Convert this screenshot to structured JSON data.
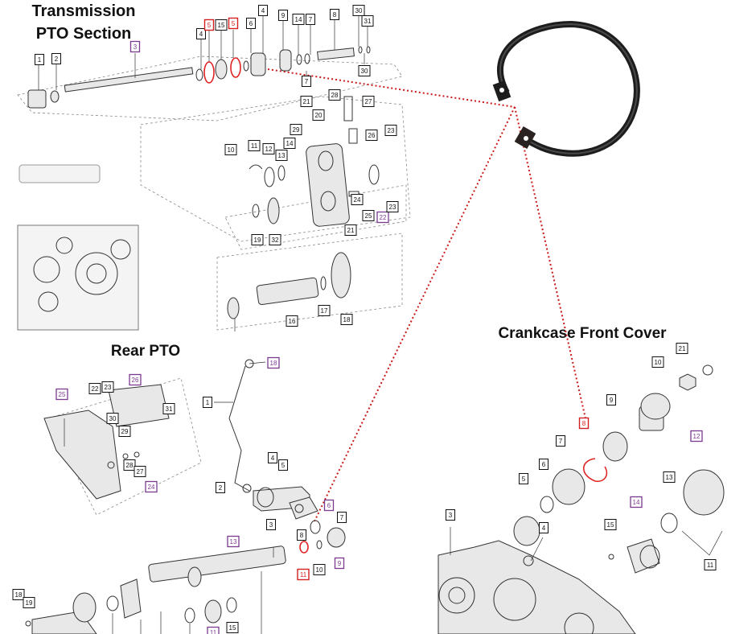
{
  "titles": {
    "transmission": [
      "Transmission",
      "PTO Section"
    ],
    "rear_pto": "Rear PTO",
    "crankcase": "Crankcase Front Cover"
  },
  "callouts": [
    {
      "label": "1",
      "style": "black"
    },
    {
      "label": "2",
      "style": "black"
    },
    {
      "label": "3",
      "style": "purple"
    },
    {
      "label": "4",
      "style": "black"
    },
    {
      "label": "5",
      "style": "red"
    },
    {
      "label": "15",
      "style": "black"
    },
    {
      "label": "5",
      "style": "red"
    },
    {
      "label": "6",
      "style": "black"
    },
    {
      "label": "4",
      "style": "black"
    },
    {
      "label": "9",
      "style": "black"
    },
    {
      "label": "14",
      "style": "black"
    },
    {
      "label": "7",
      "style": "black"
    },
    {
      "label": "8",
      "style": "black"
    },
    {
      "label": "30",
      "style": "black"
    },
    {
      "label": "31",
      "style": "black"
    },
    {
      "label": "30",
      "style": "black"
    },
    {
      "label": "7",
      "style": "black"
    },
    {
      "label": "21",
      "style": "black"
    },
    {
      "label": "28",
      "style": "black"
    },
    {
      "label": "27",
      "style": "black"
    },
    {
      "label": "20",
      "style": "black"
    },
    {
      "label": "29",
      "style": "black"
    },
    {
      "label": "26",
      "style": "black"
    },
    {
      "label": "23",
      "style": "black"
    },
    {
      "label": "10",
      "style": "black"
    },
    {
      "label": "11",
      "style": "black"
    },
    {
      "label": "12",
      "style": "black"
    },
    {
      "label": "14",
      "style": "black"
    },
    {
      "label": "13",
      "style": "black"
    },
    {
      "label": "24",
      "style": "black"
    },
    {
      "label": "25",
      "style": "black"
    },
    {
      "label": "22",
      "style": "purple"
    },
    {
      "label": "23",
      "style": "black"
    },
    {
      "label": "21",
      "style": "black"
    },
    {
      "label": "19",
      "style": "black"
    },
    {
      "label": "32",
      "style": "black"
    },
    {
      "label": "16",
      "style": "black"
    },
    {
      "label": "17",
      "style": "black"
    },
    {
      "label": "18",
      "style": "black"
    },
    {
      "label": "25",
      "style": "purple"
    },
    {
      "label": "22",
      "style": "black"
    },
    {
      "label": "23",
      "style": "black"
    },
    {
      "label": "26",
      "style": "purple"
    },
    {
      "label": "31",
      "style": "black"
    },
    {
      "label": "30",
      "style": "black"
    },
    {
      "label": "29",
      "style": "black"
    },
    {
      "label": "28",
      "style": "black"
    },
    {
      "label": "27",
      "style": "black"
    },
    {
      "label": "24",
      "style": "purple"
    },
    {
      "label": "18",
      "style": "purple"
    },
    {
      "label": "1",
      "style": "black"
    },
    {
      "label": "4",
      "style": "black"
    },
    {
      "label": "5",
      "style": "black"
    },
    {
      "label": "2",
      "style": "black"
    },
    {
      "label": "3",
      "style": "black"
    },
    {
      "label": "6",
      "style": "purple"
    },
    {
      "label": "7",
      "style": "black"
    },
    {
      "label": "8",
      "style": "black"
    },
    {
      "label": "13",
      "style": "purple"
    },
    {
      "label": "9",
      "style": "purple"
    },
    {
      "label": "10",
      "style": "black"
    },
    {
      "label": "11",
      "style": "red"
    },
    {
      "label": "18",
      "style": "black"
    },
    {
      "label": "19",
      "style": "black"
    },
    {
      "label": "15",
      "style": "black"
    },
    {
      "label": "11",
      "style": "purple"
    },
    {
      "label": "21",
      "style": "black"
    },
    {
      "label": "10",
      "style": "black"
    },
    {
      "label": "9",
      "style": "black"
    },
    {
      "label": "8",
      "style": "red"
    },
    {
      "label": "7",
      "style": "black"
    },
    {
      "label": "6",
      "style": "black"
    },
    {
      "label": "5",
      "style": "black"
    },
    {
      "label": "4",
      "style": "black"
    },
    {
      "label": "3",
      "style": "black"
    },
    {
      "label": "12",
      "style": "purple"
    },
    {
      "label": "13",
      "style": "black"
    },
    {
      "label": "14",
      "style": "purple"
    },
    {
      "label": "15",
      "style": "black"
    },
    {
      "label": "11",
      "style": "black"
    }
  ]
}
